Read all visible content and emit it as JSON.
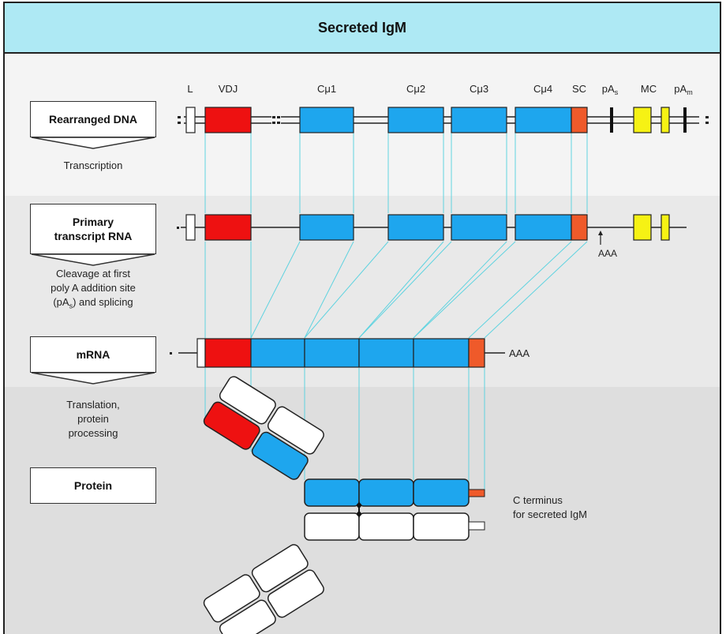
{
  "title": "Secreted IgM",
  "colors": {
    "header_bg": "#aee9f4",
    "vdj": "#ee1111",
    "constant_domain": "#1ea6ee",
    "sc": "#ef5a2a",
    "mc": "#f6f214",
    "connector": "#5fd3e0"
  },
  "gene_labels": {
    "L": "L",
    "VDJ": "VDJ",
    "Cmu1": "Cμ1",
    "Cmu2": "Cμ2",
    "Cmu3": "Cμ3",
    "Cmu4": "Cμ4",
    "SC": "SC",
    "pAs_main": "pA",
    "pAs_sub": "s",
    "MC": "MC",
    "pAm_main": "pA",
    "pAm_sub": "m"
  },
  "stages": {
    "dna": "Rearranged DNA",
    "rna_line1": "Primary",
    "rna_line2": "transcript RNA",
    "mrna": "mRNA",
    "protein": "Protein"
  },
  "steps": {
    "transcription": "Transcription",
    "cleavage_line1": "Cleavage at first",
    "cleavage_line2": "poly A addition site",
    "cleavage_line3_pre": "(pA",
    "cleavage_line3_sub": "s",
    "cleavage_line3_post": ") and splicing",
    "translation_line1": "Translation,",
    "translation_line2": "protein",
    "translation_line3": "processing"
  },
  "annotations": {
    "rna_polyA": "AAA",
    "mrna_polyA": "AAA",
    "c_terminus_line1": "C terminus",
    "c_terminus_line2": "for secreted IgM"
  }
}
